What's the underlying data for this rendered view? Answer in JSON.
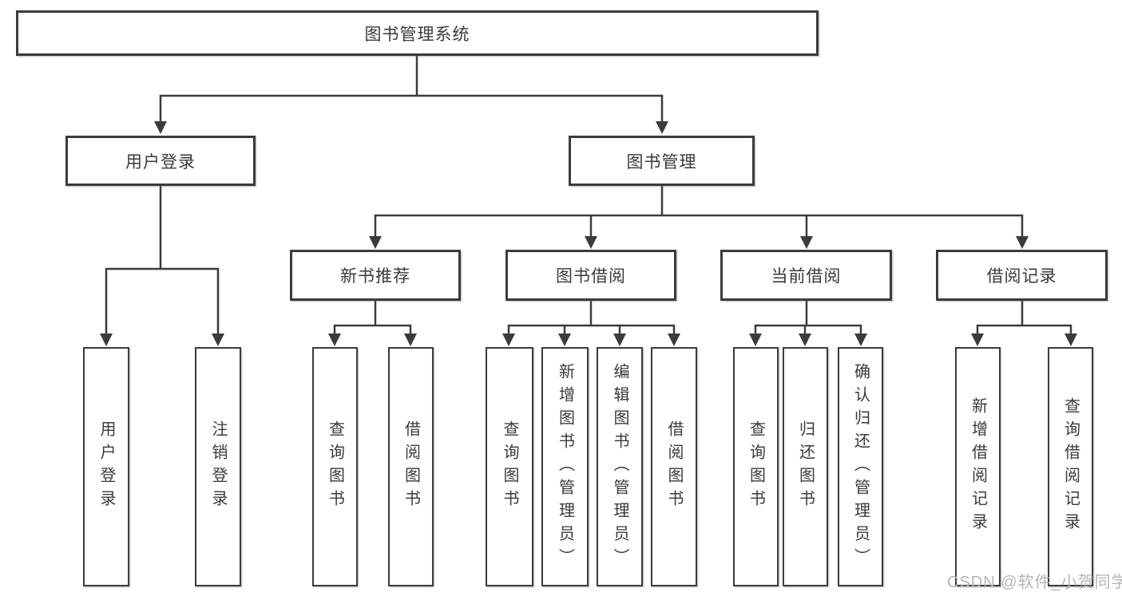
{
  "diagram": {
    "type": "hierarchy-tree",
    "root": {
      "label": "图书管理系统"
    },
    "branches": [
      {
        "label": "用户登录",
        "children": [
          {
            "label": "用户登录"
          },
          {
            "label": "注销登录"
          }
        ]
      },
      {
        "label": "图书管理",
        "children": [
          {
            "label": "新书推荐",
            "children": [
              {
                "label": "查询图书"
              },
              {
                "label": "借阅图书"
              }
            ]
          },
          {
            "label": "图书借阅",
            "children": [
              {
                "label": "查询图书"
              },
              {
                "label": "新增图书（管理员）"
              },
              {
                "label": "编辑图书（管理员）"
              },
              {
                "label": "借阅图书"
              }
            ]
          },
          {
            "label": "当前借阅",
            "children": [
              {
                "label": "查询图书"
              },
              {
                "label": "归还图书"
              },
              {
                "label": "确认归还（管理员）"
              }
            ]
          },
          {
            "label": "借阅记录",
            "children": [
              {
                "label": "新增借阅记录"
              },
              {
                "label": "查询借阅记录"
              }
            ]
          }
        ]
      }
    ]
  },
  "watermark": {
    "text": "CSDN @软件_小贺同学"
  },
  "colors": {
    "line": "#3b3b3b",
    "text": "#3a3a3a",
    "box_fill": "#ffffff",
    "background": "#ffffff",
    "watermark": "#b5b5b5"
  }
}
